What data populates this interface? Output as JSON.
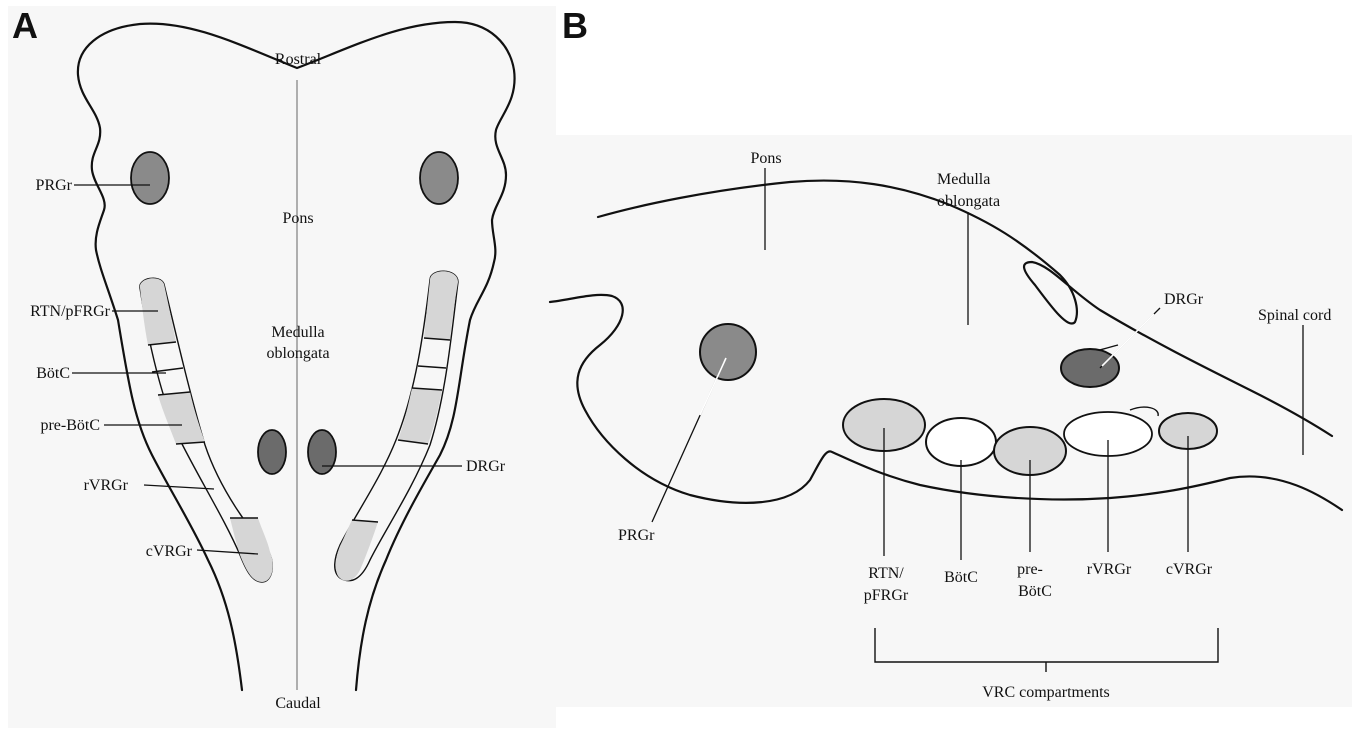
{
  "panel_a": {
    "letter": "A",
    "labels": {
      "rostral": "Rostral",
      "pons": "Pons",
      "medulla_line1": "Medulla",
      "medulla_line2": "oblongata",
      "caudal": "Caudal",
      "prgr": "PRGr",
      "rtn_pfrgr": "RTN/pFRGr",
      "botc": "BötC",
      "pre_botc": "pre-BötC",
      "rvrgr": "rVRGr",
      "cvrgr": "cVRGr",
      "drgr": "DRGr"
    }
  },
  "panel_b": {
    "letter": "B",
    "labels": {
      "pons": "Pons",
      "medulla_line1": "Medulla",
      "medulla_line2": "oblongata",
      "drgr": "DRGr",
      "spinal_cord": "Spinal cord",
      "prgr": "PRGr",
      "rtn_line1": "RTN/",
      "rtn_line2": "pFRGr",
      "botc": "BötC",
      "pre_line1": "pre-",
      "pre_line2": "BötC",
      "rvrgr": "rVRGr",
      "cvrgr": "cVRGr",
      "vrc_compartments": "VRC compartments"
    }
  },
  "colors": {
    "prgr_fill": "#8a8a8a",
    "drgr_fill": "#6b6b6b",
    "light_fill": "#d6d6d6",
    "white_fill": "#ffffff",
    "panel_bg": "#f7f7f7"
  }
}
